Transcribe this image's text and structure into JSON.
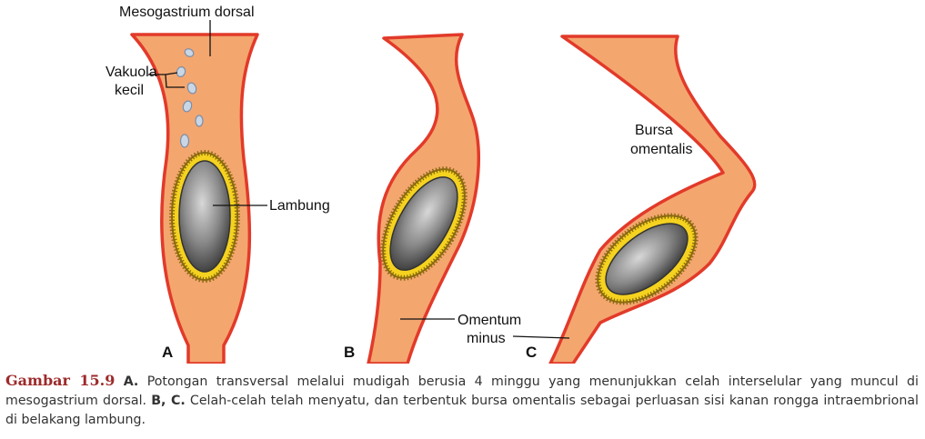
{
  "labels": {
    "mesogastrium": "Mesogastrium dorsal",
    "vakuola_line1": "Vakuola",
    "vakuola_line2": "kecil",
    "lambung": "Lambung",
    "bursa_line1": "Bursa",
    "bursa_line2": "omentalis",
    "omentum_line1": "Omentum",
    "omentum_line2": "minus"
  },
  "panels": {
    "a": "A",
    "b": "B",
    "c": "C"
  },
  "caption": {
    "figure_label": "Gambar 15.9",
    "part_a_label": "A.",
    "part_a_text": "Potongan transversal melalui mudigah berusia 4 minggu yang menunjukkan celah interselular yang muncul di mesogastrium dorsal.",
    "part_bc_label": "B, C.",
    "part_bc_text": "Celah-celah telah menyatu, dan terbentuk bursa omentalis sebagai perluasan sisi kanan rongga intraembrional di belakang lambung."
  },
  "colors": {
    "tissue_fill": "#f4a66f",
    "tissue_border": "#e23a2a",
    "stomach_ring": "#f4d21f",
    "vacuole_fill": "#c9d6e6",
    "caption_label": "#9e2a2a"
  }
}
